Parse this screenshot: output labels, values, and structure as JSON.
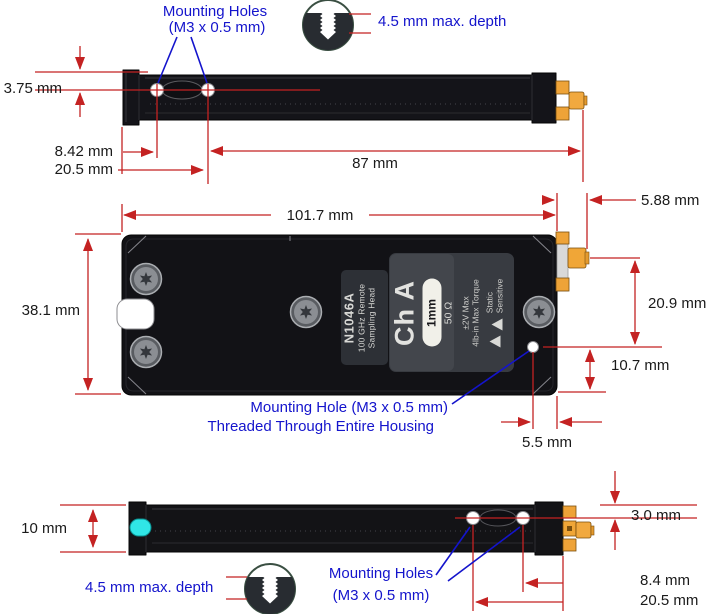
{
  "colors": {
    "dimension_red": "#c42222",
    "annotation_blue": "#1414cc",
    "body_black": "#141419",
    "connector_orange": "#f0a637",
    "indicator_cyan": "#30e6e6"
  },
  "top_annotation": {
    "mounting_holes_line1": "Mounting Holes",
    "mounting_holes_line2": "(M3 x 0.5 mm)",
    "depth_note": "4.5 mm max. depth"
  },
  "top_view_dims": {
    "edge_to_hole_line": "3.75 mm",
    "edge_to_hole1": "8.42 mm",
    "edge_to_hole2": "20.5 mm",
    "hole2_to_tip": "87 mm"
  },
  "front_view_dims": {
    "body_length": "101.7 mm",
    "connector_protrusion": "5.88 mm",
    "body_height": "38.1 mm",
    "connector_to_hole": "20.9 mm",
    "hole_to_bottom": "10.7 mm",
    "hole_to_edge": "5.5 mm"
  },
  "front_view_note": {
    "line1": "Mounting Hole (M3 x 0.5 mm)",
    "line2": "Threaded Through Entire Housing"
  },
  "bottom_view_dims": {
    "body_thickness": "10 mm",
    "edge_to_hole_line": "3.0 mm",
    "edge_to_hole1": "8.4 mm",
    "edge_to_hole2": "20.5 mm"
  },
  "bottom_annotation": {
    "depth_note": "4.5 mm max. depth",
    "mounting_holes_line1": "Mounting Holes",
    "mounting_holes_line2": "(M3 x 0.5 mm)"
  },
  "device_label": {
    "model": "N1046A",
    "desc_line1": "100 GHz Remote",
    "desc_line2": "Sampling Head",
    "channel": "Ch A",
    "connector": "1mm",
    "impedance": "50 Ω",
    "rating_line1": "±2V Max",
    "rating_line2": "4lb-in Max Torque",
    "esd_line1": "Static",
    "esd_line2": "Sensitive"
  }
}
